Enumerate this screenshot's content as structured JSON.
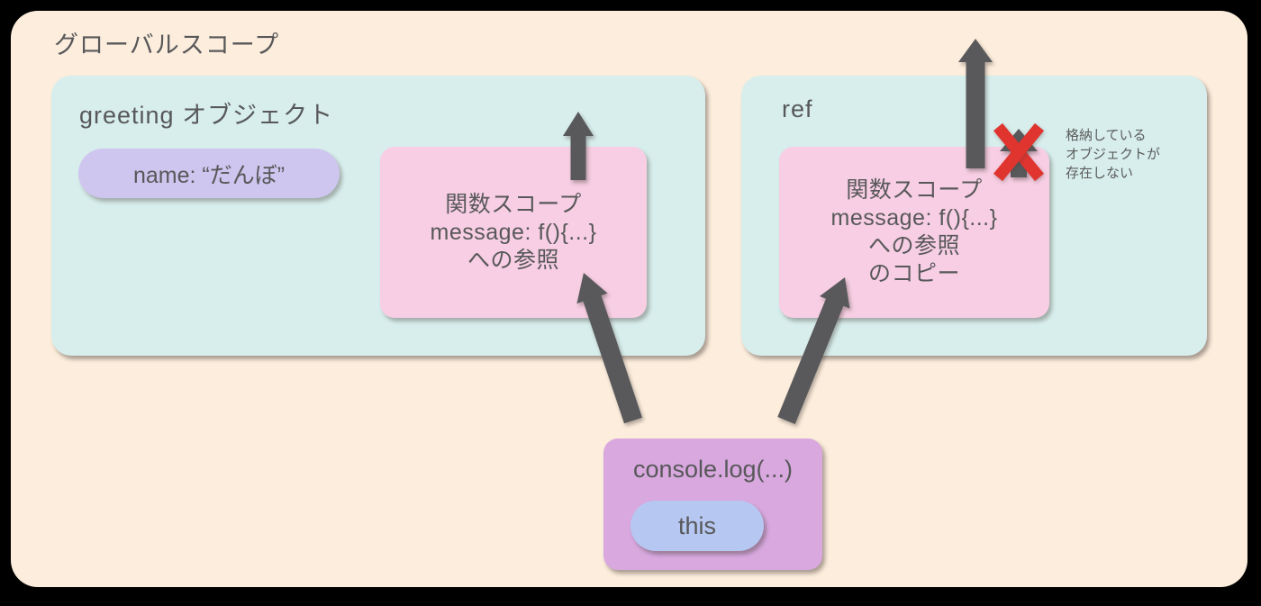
{
  "colors": {
    "page_background": "#000000",
    "surface": "#fceddc",
    "scope_box": "#d7eeec",
    "function_box": "#f7cee3",
    "name_pill": "#cec6ef",
    "console_box": "#d8a8df",
    "this_pill": "#b6c8f2",
    "arrow": "#59595b",
    "cross_mark": "#e0342f",
    "text": "#58585a"
  },
  "global_scope": {
    "label": "グローバルスコープ"
  },
  "greeting_box": {
    "title": "greeting オブジェクト",
    "name_pill_label": "name: “だんぼ”",
    "function_box_lines": [
      "関数スコープ",
      "message: f(){...}",
      "への参照"
    ]
  },
  "ref_box": {
    "title": "ref",
    "function_box_lines": [
      "関数スコープ",
      "message: f(){...}",
      "への参照",
      "のコピー"
    ],
    "annotation_lines": [
      "格納している",
      "オブジェクトが",
      "存在しない"
    ]
  },
  "console_box": {
    "label": "console.log(...)",
    "this_label": "this"
  },
  "icons": {
    "red_cross": "x-mark",
    "arrows": [
      "up-arrow-from-left-reference",
      "up-arrow-from-ref-copy",
      "crossed-up-arrow",
      "arrow-console-to-greeting",
      "arrow-console-to-ref"
    ]
  }
}
